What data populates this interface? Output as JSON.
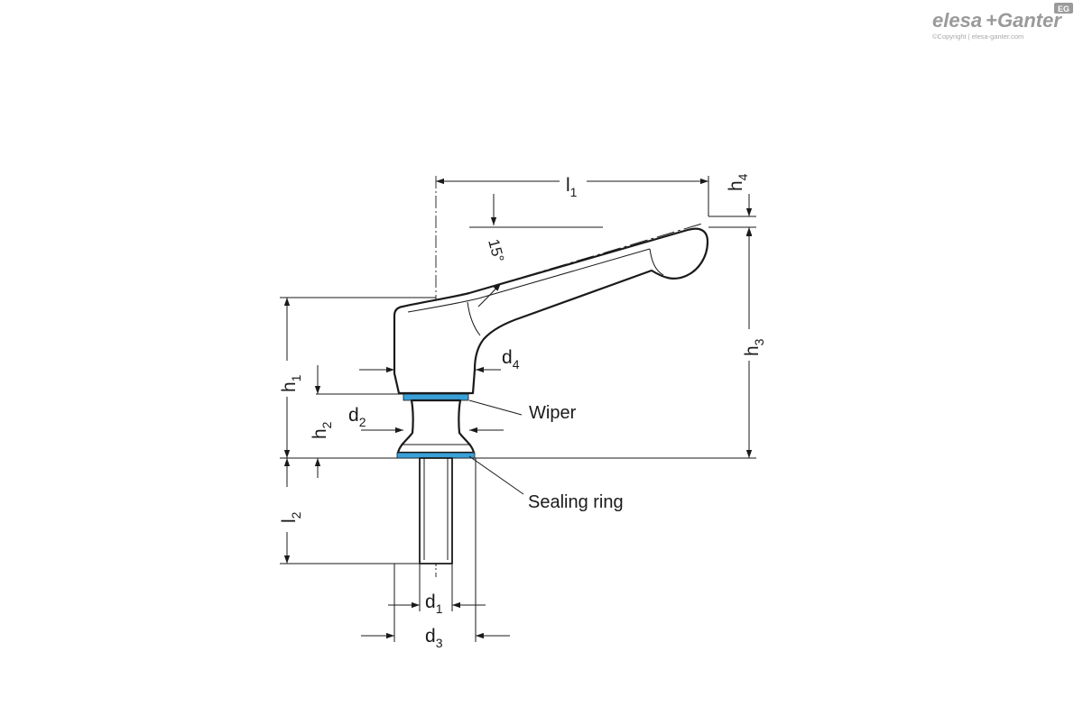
{
  "logo": {
    "brand_left": "elesa",
    "brand_plus": "+",
    "brand_right": "Ganter",
    "badge": "EG",
    "copyright": "©Copyright | elesa-ganter.com"
  },
  "labels": {
    "l1": {
      "main": "l",
      "sub": "1"
    },
    "l2": {
      "main": "l",
      "sub": "2"
    },
    "h1": {
      "main": "h",
      "sub": "1"
    },
    "h2": {
      "main": "h",
      "sub": "2"
    },
    "h3": {
      "main": "h",
      "sub": "3"
    },
    "h4": {
      "main": "h",
      "sub": "4"
    },
    "d1": {
      "main": "d",
      "sub": "1"
    },
    "d2": {
      "main": "d",
      "sub": "2"
    },
    "d3": {
      "main": "d",
      "sub": "3"
    },
    "d4": {
      "main": "d",
      "sub": "4"
    },
    "angle": "15°"
  },
  "callouts": {
    "wiper": "Wiper",
    "sealing_ring": "Sealing ring"
  },
  "colors": {
    "line": "#1a1a1a",
    "seal": "#3aa0d8",
    "logo": "#9a9a9a"
  }
}
